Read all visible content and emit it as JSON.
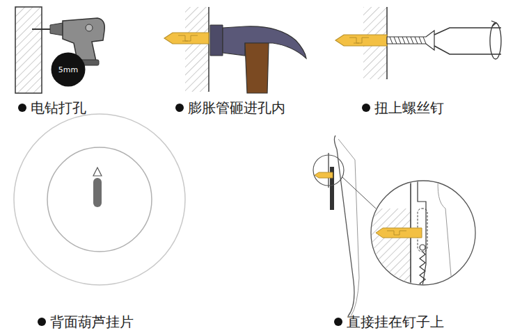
{
  "diagram": {
    "nodes": [
      {
        "text": [
          "5mm"
        ]
      }
    ],
    "labels": [
      "电钻打孔",
      "膨胀管砸进孔内",
      "扭上螺丝钉",
      "背面葫芦挂片",
      "直接挂在钉子上"
    ]
  }
}
